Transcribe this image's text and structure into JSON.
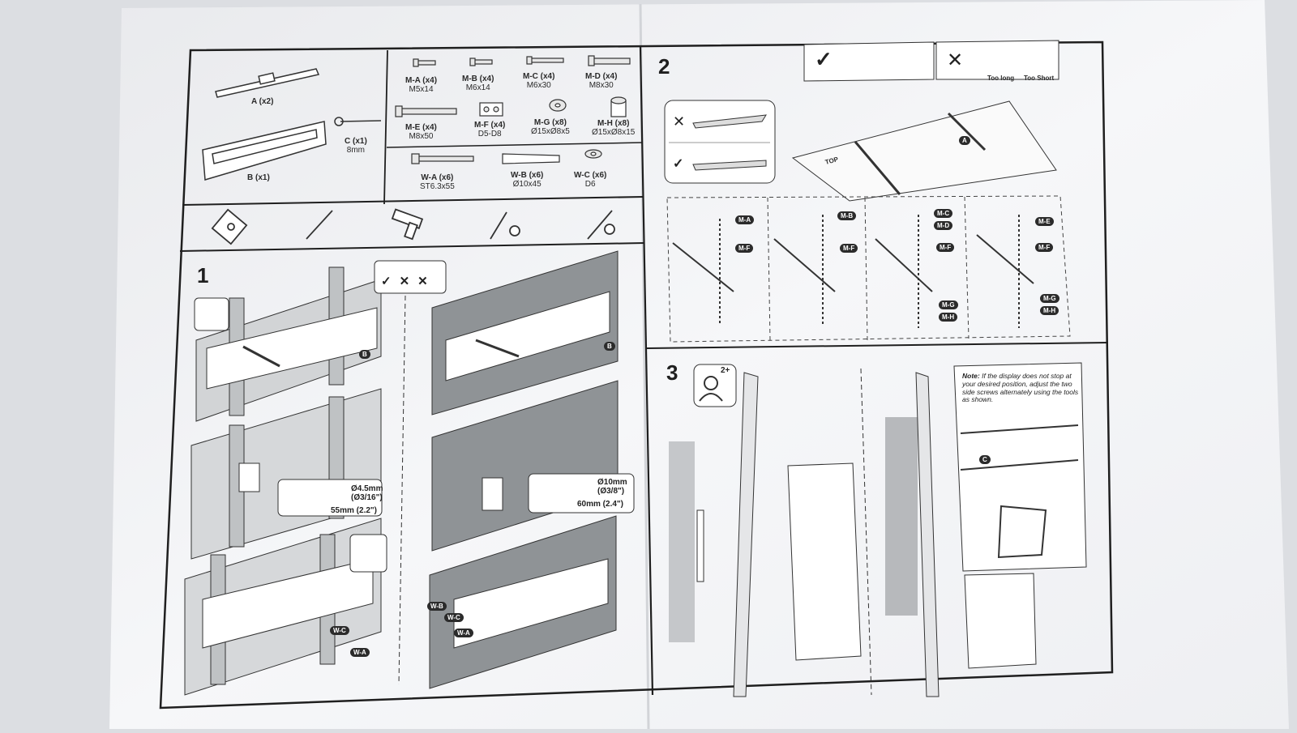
{
  "parts": {
    "a": {
      "label": "A (x2)"
    },
    "b": {
      "label": "B (x1)"
    },
    "c": {
      "label": "C (x1)",
      "sub": "8mm"
    }
  },
  "screws": [
    {
      "label": "M-A (x4)",
      "sub": "M5x14"
    },
    {
      "label": "M-B (x4)",
      "sub": "M6x14"
    },
    {
      "label": "M-C (x4)",
      "sub": "M6x30"
    },
    {
      "label": "M-D (x4)",
      "sub": "M8x30"
    },
    {
      "label": "M-E (x4)",
      "sub": "M8x50"
    },
    {
      "label": "M-F (x4)",
      "sub": "D5-D8"
    },
    {
      "label": "M-G (x8)",
      "sub": "Ø15xØ8x5"
    },
    {
      "label": "M-H (x8)",
      "sub": "Ø15xØ8x15"
    }
  ],
  "wall_hardware": [
    {
      "label": "W-A (x6)",
      "sub": "ST6.3x55"
    },
    {
      "label": "W-B (x6)",
      "sub": "Ø10x45"
    },
    {
      "label": "W-C (x6)",
      "sub": "D6"
    }
  ],
  "tools": [
    "level-icon",
    "pencil-icon",
    "drill-icon",
    "wrench-icon",
    "screwdriver-icon"
  ],
  "steps": {
    "one": "1",
    "two": "2",
    "three": "3"
  },
  "step1": {
    "wood_drill_diameter": "Ø4.5mm",
    "wood_drill_diameter_in": "(Ø3/16\")",
    "wood_drill_depth": "55mm (2.2\")",
    "concrete_drill_diameter": "Ø10mm",
    "concrete_drill_diameter_in": "(Ø3/8\")",
    "concrete_drill_depth": "60mm (2.4\")",
    "check_marks": [
      "✓",
      "✕",
      "✕"
    ],
    "tags_wood": [
      "W-C",
      "W-A"
    ],
    "tags_concrete": [
      "W-B",
      "W-C",
      "W-A"
    ],
    "bracket_tag": "B"
  },
  "step2": {
    "ok_mark": "✓",
    "bad_mark": "✕",
    "too_long": "Too long",
    "too_short": "Too Short",
    "top_label": "TOP",
    "arm_tag": "A",
    "combos": [
      {
        "screw": "M-A",
        "spacer": "M-F"
      },
      {
        "screw": "M-B",
        "spacer": "M-F"
      },
      {
        "screw": "M-C",
        "screw2": "M-D",
        "spacer": "M-F",
        "w1": "M-G",
        "w2": "M-H"
      },
      {
        "screw": "M-E",
        "spacer": "M-F",
        "w1": "M-G",
        "w2": "M-H"
      }
    ]
  },
  "step3": {
    "people": "2+",
    "note_bold": "Note:",
    "note_text": "If the display does not stop at your desired position, adjust the two side screws alternately using the tools as shown.",
    "tool_tag": "C"
  },
  "colors": {
    "paper": "#f4f5f7",
    "ink": "#2a2a2a",
    "wall": "#8f9396",
    "shade": "#b9bcbf"
  }
}
